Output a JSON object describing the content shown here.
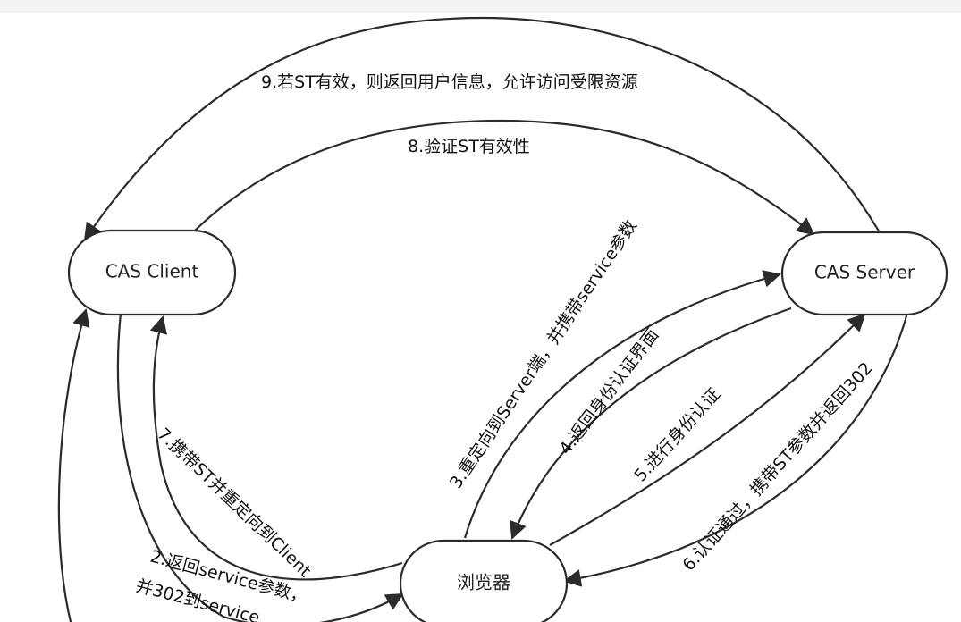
{
  "nodes": {
    "cas_client": "CAS Client",
    "cas_server": "CAS Server",
    "browser": "浏览器"
  },
  "edges": {
    "step2": "2.返回service参数，",
    "step2b": "并302到service",
    "step3": "3.重定向到Server端，并携带service参数",
    "step4": "4.返回身份认证界面",
    "step5": "5.进行身份认证",
    "step6": "6.认证通过，携带ST参数并返回302",
    "step7": "7.携带ST并重定向到Client",
    "step8": "8.验证ST有效性",
    "step9": "9.若ST有效，则返回用户信息，允许访问受限资源"
  }
}
